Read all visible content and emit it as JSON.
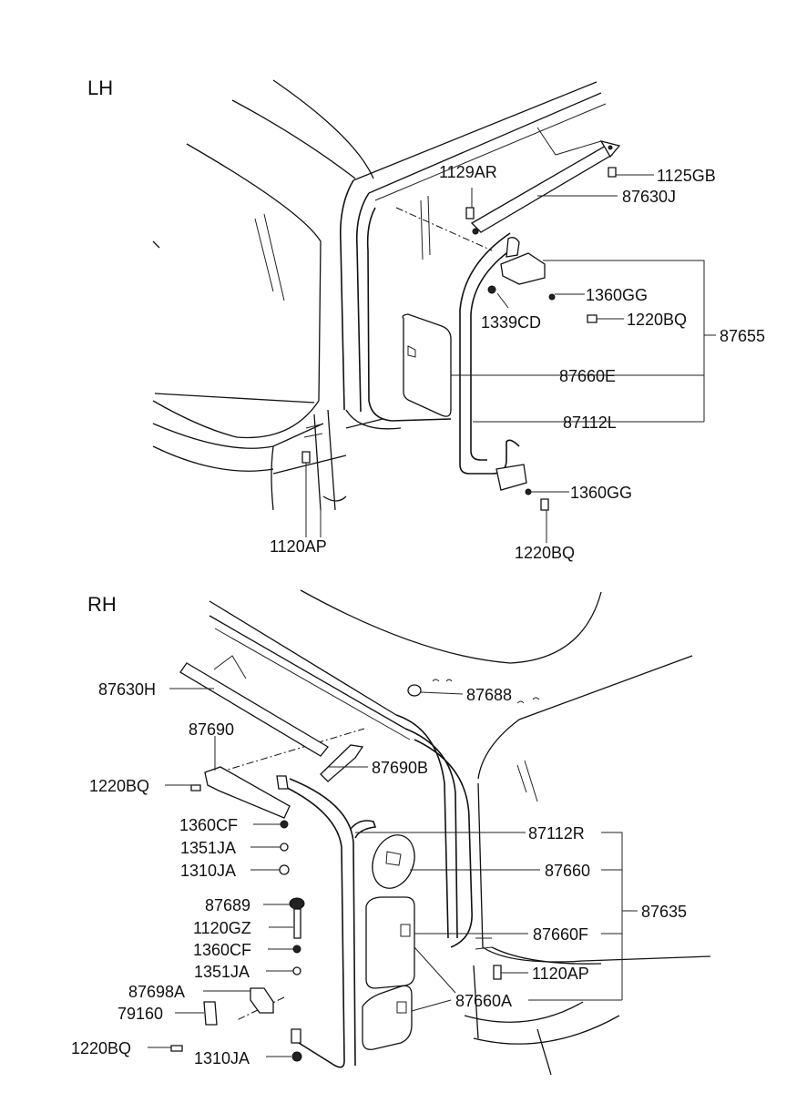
{
  "sections": {
    "lh": "LH",
    "rh": "RH"
  },
  "lh_labels": {
    "p1129AR": "1129AR",
    "p1125GB": "1125GB",
    "p87630J": "87630J",
    "p1360GG_a": "1360GG",
    "p1339CD": "1339CD",
    "p1220BQ_a": "1220BQ",
    "p87655": "87655",
    "p87660E": "87660E",
    "p87112L": "87112L",
    "p1360GG_b": "1360GG",
    "p1120AP": "1120AP",
    "p1220BQ_b": "1220BQ"
  },
  "rh_labels": {
    "p87630H": "87630H",
    "p87688": "87688",
    "p87690": "87690",
    "p87690B": "87690B",
    "p1220BQ_a": "1220BQ",
    "p1360CF_a": "1360CF",
    "p87112R": "87112R",
    "p1351JA_a": "1351JA",
    "p87660": "87660",
    "p1310JA_a": "1310JA",
    "p87689": "87689",
    "p87635": "87635",
    "p1120GZ": "1120GZ",
    "p87660F": "87660F",
    "p1360CF_b": "1360CF",
    "p1351JA_b": "1351JA",
    "p1120AP": "1120AP",
    "p87698A": "87698A",
    "p87660A": "87660A",
    "p79160": "79160",
    "p1220BQ_b": "1220BQ",
    "p1310JA_b": "1310JA"
  }
}
